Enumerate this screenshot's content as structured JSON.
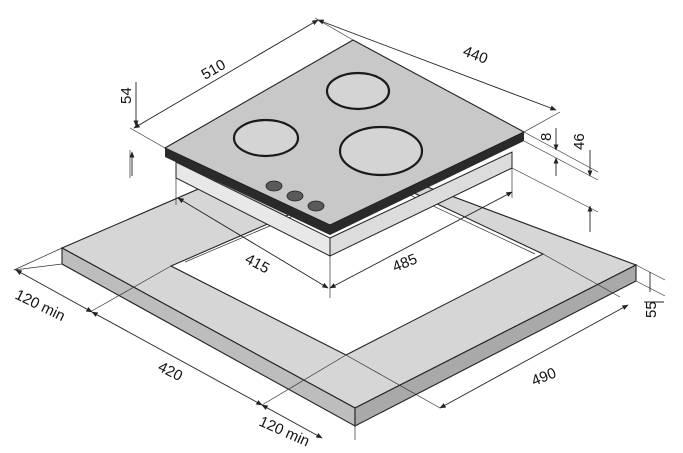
{
  "diagram": {
    "dimensions": {
      "hob_depth": "510",
      "hob_width": "440",
      "hob_height": "54",
      "glass_thickness": "8",
      "box_height": "46",
      "cutout_depth": "415",
      "cutout_width": "485",
      "clearance_side": "120 min",
      "clearance_front": "120 min",
      "counter_depth": "420",
      "counter_width": "490",
      "counter_thickness": "55"
    },
    "colors": {
      "glass_top": "#c8c8c8",
      "glass_edge": "#2a2a2a",
      "burner_fill": "#d4d4d4",
      "knob": "#5a5a5a",
      "counter_top": "#d6d6d6",
      "counter_side": "#bdbdbd",
      "cutout": "#ffffff",
      "hob_body": "#e8e8e8"
    }
  }
}
